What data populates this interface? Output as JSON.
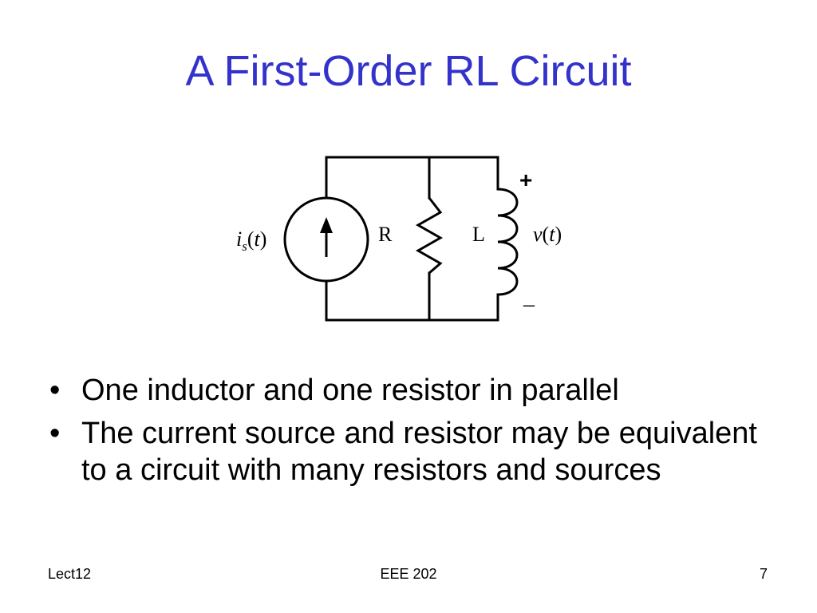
{
  "slide": {
    "title": "A First-Order RL Circuit",
    "title_color": "#3333cc"
  },
  "circuit": {
    "source_label": {
      "var": "i",
      "subscript": "s",
      "open": "(",
      "arg": "t",
      "close": ")"
    },
    "resistor_label": "R",
    "inductor_label": "L",
    "voltage_label": {
      "var": "v",
      "open": "(",
      "arg": "t",
      "close": ")"
    },
    "plus_sign": "+",
    "minus_sign": "–"
  },
  "bullets": [
    {
      "marker": "•",
      "text": "One inductor and one resistor in parallel"
    },
    {
      "marker": "•",
      "text": "The current source and resistor may be equivalent to a circuit with many resistors and sources"
    }
  ],
  "footer": {
    "left": "Lect12",
    "center": "EEE 202",
    "right": "7"
  }
}
